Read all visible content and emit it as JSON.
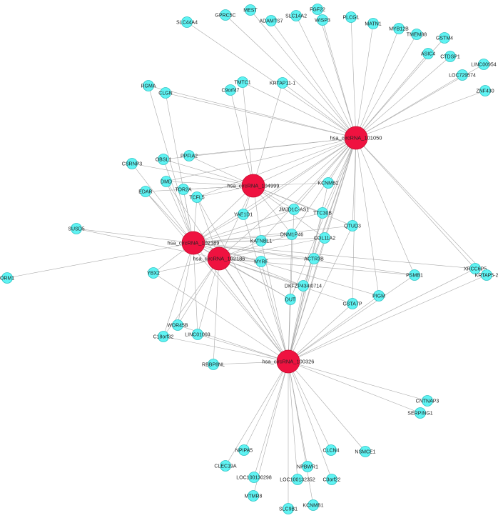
{
  "hubs": [
    {
      "id": "h1050",
      "label": "hsa_circRNA_101050"
    },
    {
      "id": "h4999",
      "label": "hsa_circRNA_104999"
    },
    {
      "id": "h2189",
      "label": "hsa_circRNA_102189"
    },
    {
      "id": "h2186",
      "label": "hsa_circRNA_102186"
    },
    {
      "id": "h0326",
      "label": "hsa_circRNA_100326"
    }
  ],
  "genes": [
    {
      "id": "MEST",
      "label": "MEST"
    },
    {
      "id": "FGF22",
      "label": "FGF22"
    },
    {
      "id": "GPRC5C",
      "label": "GPRC5C"
    },
    {
      "id": "SLC14A2",
      "label": "SLC14A2"
    },
    {
      "id": "SLC44A4",
      "label": "SLC44A4"
    },
    {
      "id": "ADAMTS7",
      "label": "ADAMTS7"
    },
    {
      "id": "WISP3",
      "label": "WISP3"
    },
    {
      "id": "PLCG1",
      "label": "PLCG1"
    },
    {
      "id": "MATN1",
      "label": "MATN1"
    },
    {
      "id": "MYB12B",
      "label": "MYB12B"
    },
    {
      "id": "TMEM88",
      "label": "TMEM88"
    },
    {
      "id": "GSTM4",
      "label": "GSTM4"
    },
    {
      "id": "ASIC4",
      "label": "ASIC4"
    },
    {
      "id": "CTDSP1",
      "label": "CTDSP1"
    },
    {
      "id": "LINC00954",
      "label": "LINC00954"
    },
    {
      "id": "LOC729574",
      "label": "LOC729574"
    },
    {
      "id": "ZNF430",
      "label": "ZNF430"
    },
    {
      "id": "RGMA",
      "label": "RGMA"
    },
    {
      "id": "TMTC1",
      "label": "TMTC1"
    },
    {
      "id": "KRTAP11-1",
      "label": "KRTAP11-1"
    },
    {
      "id": "C9orf47",
      "label": "C9orf47"
    },
    {
      "id": "CLGN",
      "label": "CLGN"
    },
    {
      "id": "CSRNP3",
      "label": "CSRNP3"
    },
    {
      "id": "OBSL1",
      "label": "OBSL1"
    },
    {
      "id": "PPFIA2",
      "label": "PPFIA2"
    },
    {
      "id": "DMD",
      "label": "DMD"
    },
    {
      "id": "TOR2A",
      "label": "TOR2A"
    },
    {
      "id": "TCFL5",
      "label": "TCFL5"
    },
    {
      "id": "EDAR",
      "label": "EDAR"
    },
    {
      "id": "KCNMB2",
      "label": "KCNMB2"
    },
    {
      "id": "JMJD1C-AS1",
      "label": "JMJD1C-AS1"
    },
    {
      "id": "YAE1D1",
      "label": "YAE1D1"
    },
    {
      "id": "TTC30B",
      "label": "TTC30B"
    },
    {
      "id": "QTUD3",
      "label": "QTUD3"
    },
    {
      "id": "DNM1P46",
      "label": "DNM1P46"
    },
    {
      "id": "COL11A2",
      "label": "COL11A2"
    },
    {
      "id": "KATNBL1",
      "label": "KATNBL1"
    },
    {
      "id": "SUSD5",
      "label": "SUSD5"
    },
    {
      "id": "ORM1",
      "label": "ORM1"
    },
    {
      "id": "YBX2",
      "label": "YBX2"
    },
    {
      "id": "MYRF",
      "label": "MYRF"
    },
    {
      "id": "ACTR3B",
      "label": "ACTR3B"
    },
    {
      "id": "PSMB1",
      "label": "PSMB1"
    },
    {
      "id": "XRCC6P5",
      "label": "XRCC6P5"
    },
    {
      "id": "KRTAP5-2",
      "label": "KRTAP5-2"
    },
    {
      "id": "DKFZP434I0714",
      "label": "DKFZP434I0714"
    },
    {
      "id": "PIGM",
      "label": "PIGM"
    },
    {
      "id": "DUT",
      "label": "DUT"
    },
    {
      "id": "GSTA7P",
      "label": "GSTA7P"
    },
    {
      "id": "WDR45B",
      "label": "WDR45B"
    },
    {
      "id": "C18orf32",
      "label": "C18orf32"
    },
    {
      "id": "LINC01003",
      "label": "LINC01003"
    },
    {
      "id": "RBBP8NL",
      "label": "RBBP8NL"
    },
    {
      "id": "CNTNAP3",
      "label": "CNTNAP3"
    },
    {
      "id": "SERPING1",
      "label": "SERPING1"
    },
    {
      "id": "NPIPA5",
      "label": "NPIPA5"
    },
    {
      "id": "CLCN4",
      "label": "CLCN4"
    },
    {
      "id": "NSMCE1",
      "label": "NSMCE1"
    },
    {
      "id": "NPBWR1",
      "label": "NPBWR1"
    },
    {
      "id": "CLEC19A",
      "label": "CLEC19A"
    },
    {
      "id": "LOC100130298",
      "label": "LOC100130298"
    },
    {
      "id": "LOC100132352",
      "label": "LOC100132352"
    },
    {
      "id": "C3orf22",
      "label": "C3orf22"
    },
    {
      "id": "MTMR8",
      "label": "MTMR8"
    },
    {
      "id": "SLC9B1",
      "label": "SLC9B1"
    },
    {
      "id": "KCNMB1",
      "label": "KCNMB1"
    }
  ],
  "edges": [
    [
      "h1050",
      "MEST"
    ],
    [
      "h1050",
      "FGF22"
    ],
    [
      "h1050",
      "GPRC5C"
    ],
    [
      "h1050",
      "SLC14A2"
    ],
    [
      "h1050",
      "SLC44A4"
    ],
    [
      "h1050",
      "ADAMTS7"
    ],
    [
      "h1050",
      "WISP3"
    ],
    [
      "h1050",
      "PLCG1"
    ],
    [
      "h1050",
      "MATN1"
    ],
    [
      "h1050",
      "MYB12B"
    ],
    [
      "h1050",
      "TMEM88"
    ],
    [
      "h1050",
      "GSTM4"
    ],
    [
      "h1050",
      "ASIC4"
    ],
    [
      "h1050",
      "CTDSP1"
    ],
    [
      "h1050",
      "LINC00954"
    ],
    [
      "h1050",
      "LOC729574"
    ],
    [
      "h1050",
      "ZNF430"
    ],
    [
      "h1050",
      "RGMA"
    ],
    [
      "h1050",
      "CLGN"
    ],
    [
      "h1050",
      "TMTC1"
    ],
    [
      "h1050",
      "KRTAP11-1"
    ],
    [
      "h1050",
      "PPFIA2"
    ],
    [
      "h1050",
      "OBSL1"
    ],
    [
      "h1050",
      "DMD"
    ],
    [
      "h1050",
      "TCFL5"
    ],
    [
      "h1050",
      "KCNMB2"
    ],
    [
      "h1050",
      "JMJD1C-AS1"
    ],
    [
      "h1050",
      "TTC30B"
    ],
    [
      "h1050",
      "QTUD3"
    ],
    [
      "h1050",
      "DNM1P46"
    ],
    [
      "h1050",
      "COL11A2"
    ],
    [
      "h1050",
      "KATNBL1"
    ],
    [
      "h1050",
      "ACTR3B"
    ],
    [
      "h1050",
      "PSMB1"
    ],
    [
      "h1050",
      "XRCC6P5"
    ],
    [
      "h1050",
      "KRTAP5-2"
    ],
    [
      "h1050",
      "PIGM"
    ],
    [
      "h1050",
      "DKFZP434I0714"
    ],
    [
      "h1050",
      "DUT"
    ],
    [
      "h1050",
      "GSTA7P"
    ],
    [
      "h1050",
      "h4999"
    ],
    [
      "h1050",
      "h2189"
    ],
    [
      "h1050",
      "h2186"
    ],
    [
      "h1050",
      "h0326"
    ],
    [
      "h1050",
      "YAE1D1"
    ],
    [
      "h4999",
      "C9orf47"
    ],
    [
      "h4999",
      "TMTC1"
    ],
    [
      "h4999",
      "KRTAP11-1"
    ],
    [
      "h4999",
      "PPFIA2"
    ],
    [
      "h4999",
      "OBSL1"
    ],
    [
      "h4999",
      "DMD"
    ],
    [
      "h4999",
      "TOR2A"
    ],
    [
      "h4999",
      "TCFL5"
    ],
    [
      "h4999",
      "KCNMB2"
    ],
    [
      "h4999",
      "JMJD1C-AS1"
    ],
    [
      "h4999",
      "YAE1D1"
    ],
    [
      "h4999",
      "TTC30B"
    ],
    [
      "h4999",
      "DNM1P46"
    ],
    [
      "h4999",
      "COL11A2"
    ],
    [
      "h4999",
      "KATNBL1"
    ],
    [
      "h4999",
      "h2189"
    ],
    [
      "h4999",
      "h2186"
    ],
    [
      "h4999",
      "CSRNP3"
    ],
    [
      "h4999",
      "QTUD3"
    ],
    [
      "h4999",
      "EDAR"
    ],
    [
      "h2189",
      "RGMA"
    ],
    [
      "h2189",
      "CLGN"
    ],
    [
      "h2189",
      "CSRNP3"
    ],
    [
      "h2189",
      "OBSL1"
    ],
    [
      "h2189",
      "DMD"
    ],
    [
      "h2189",
      "EDAR"
    ],
    [
      "h2189",
      "TOR2A"
    ],
    [
      "h2189",
      "TCFL5"
    ],
    [
      "h2189",
      "SUSD5"
    ],
    [
      "h2189",
      "ORM1"
    ],
    [
      "h2189",
      "YBX2"
    ],
    [
      "h2189",
      "KATNBL1"
    ],
    [
      "h2189",
      "DNM1P46"
    ],
    [
      "h2189",
      "YAE1D1"
    ],
    [
      "h2189",
      "JMJD1C-AS1"
    ],
    [
      "h2189",
      "TTC30B"
    ],
    [
      "h2189",
      "QTUD3"
    ],
    [
      "h2189",
      "COL11A2"
    ],
    [
      "h2189",
      "MYRF"
    ],
    [
      "h2189",
      "ACTR3B"
    ],
    [
      "h2189",
      "PSMB1"
    ],
    [
      "h2189",
      "DKFZP434I0714"
    ],
    [
      "h2189",
      "WDR45B"
    ],
    [
      "h2189",
      "C18orf32"
    ],
    [
      "h2189",
      "LINC01003"
    ],
    [
      "h2189",
      "h0326"
    ],
    [
      "h2189",
      "h2186"
    ],
    [
      "h2189",
      "DUT"
    ],
    [
      "h2189",
      "PIGM"
    ],
    [
      "h2189",
      "XRCC6P5"
    ],
    [
      "h2186",
      "YBX2"
    ],
    [
      "h2186",
      "SUSD5"
    ],
    [
      "h2186",
      "KATNBL1"
    ],
    [
      "h2186",
      "DNM1P46"
    ],
    [
      "h2186",
      "MYRF"
    ],
    [
      "h2186",
      "DUT"
    ],
    [
      "h2186",
      "ACTR3B"
    ],
    [
      "h2186",
      "WDR45B"
    ],
    [
      "h2186",
      "C18orf32"
    ],
    [
      "h2186",
      "LINC01003"
    ],
    [
      "h2186",
      "RBBP8NL"
    ],
    [
      "h2186",
      "h0326"
    ],
    [
      "h2186",
      "COL11A2"
    ],
    [
      "h2186",
      "DKFZP434I0714"
    ],
    [
      "h2186",
      "TCFL5"
    ],
    [
      "h2186",
      "PSMB1"
    ],
    [
      "h2186",
      "GSTA7P"
    ],
    [
      "h0326",
      "DUT"
    ],
    [
      "h0326",
      "MYRF"
    ],
    [
      "h0326",
      "ACTR3B"
    ],
    [
      "h0326",
      "DKFZP434I0714"
    ],
    [
      "h0326",
      "GSTA7P"
    ],
    [
      "h0326",
      "PIGM"
    ],
    [
      "h0326",
      "COL11A2"
    ],
    [
      "h0326",
      "QTUD3"
    ],
    [
      "h0326",
      "TTC30B"
    ],
    [
      "h0326",
      "DNM1P46"
    ],
    [
      "h0326",
      "KATNBL1"
    ],
    [
      "h0326",
      "JMJD1C-AS1"
    ],
    [
      "h0326",
      "YAE1D1"
    ],
    [
      "h0326",
      "KCNMB2"
    ],
    [
      "h0326",
      "YBX2"
    ],
    [
      "h0326",
      "WDR45B"
    ],
    [
      "h0326",
      "C18orf32"
    ],
    [
      "h0326",
      "LINC01003"
    ],
    [
      "h0326",
      "RBBP8NL"
    ],
    [
      "h0326",
      "CNTNAP3"
    ],
    [
      "h0326",
      "SERPING1"
    ],
    [
      "h0326",
      "NPIPA5"
    ],
    [
      "h0326",
      "CLCN4"
    ],
    [
      "h0326",
      "NSMCE1"
    ],
    [
      "h0326",
      "NPBWR1"
    ],
    [
      "h0326",
      "CLEC19A"
    ],
    [
      "h0326",
      "LOC100130298"
    ],
    [
      "h0326",
      "LOC100132352"
    ],
    [
      "h0326",
      "C3orf22"
    ],
    [
      "h0326",
      "MTMR8"
    ],
    [
      "h0326",
      "SLC9B1"
    ],
    [
      "h0326",
      "KCNMB1"
    ],
    [
      "h0326",
      "XRCC6P5"
    ],
    [
      "h0326",
      "KRTAP5-2"
    ],
    [
      "h0326",
      "PSMB1"
    ],
    [
      "h0326",
      "TCFL5"
    ],
    [
      "h0326",
      "DMD"
    ],
    [
      "h0326",
      "EDAR"
    ]
  ],
  "colors": {
    "gene": "#5ff3f3",
    "hub": "#ef1240",
    "edge": "#a9a9a9"
  }
}
